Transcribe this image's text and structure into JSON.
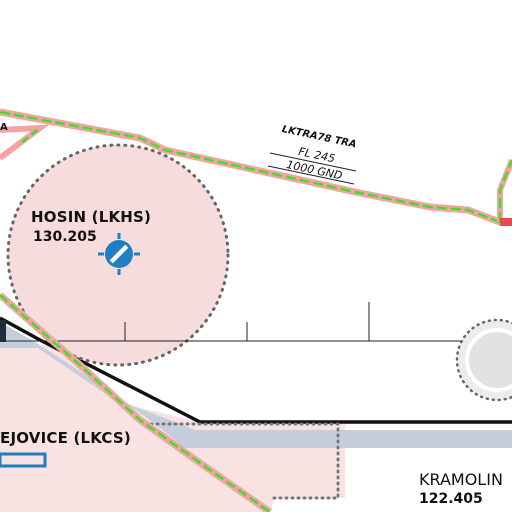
{
  "colors": {
    "tra_outer": "#f4a3a3",
    "tra_inner": "#44dd2e",
    "atz_fill": "#f6dcdc",
    "atz_border": "#666666",
    "airport_blue": "#1f7fc0",
    "boundary_black": "#111111",
    "band_fill": "#c4cfdb",
    "zone_fill": "#f8e2e2",
    "gray_circle": "#e6e6e6"
  },
  "tra_zone": {
    "name": "LKTRA78 TRA",
    "upper": "FL 245",
    "lower": "1000 GND"
  },
  "airports": [
    {
      "name": "HOSIN (LKHS)",
      "frequency": "130.205",
      "icon": "airport-runway-icon"
    },
    {
      "name": "EJOVICE (LKCS)",
      "icon": "airport-runway-icon"
    },
    {
      "name": "KRAMOLIN",
      "frequency": "122.405"
    }
  ],
  "labels": {
    "partial_left": "A"
  }
}
